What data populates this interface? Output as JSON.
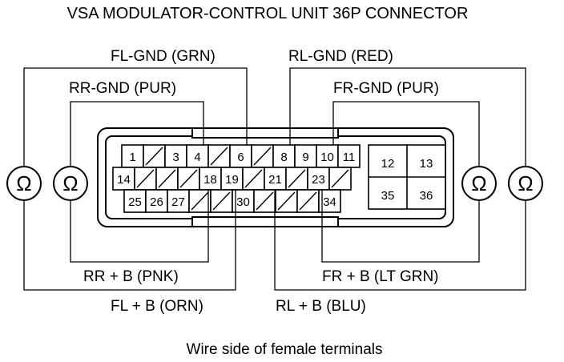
{
  "title": "VSA MODULATOR-CONTROL UNIT 36P CONNECTOR",
  "caption": "Wire side of female terminals",
  "ohm_symbol": "Ω",
  "wire_labels": {
    "fl_gnd": "FL-GND (GRN)",
    "rl_gnd": "RL-GND (RED)",
    "rr_gnd": "RR-GND (PUR)",
    "fr_gnd": "FR-GND (PUR)",
    "rr_b": "RR  + B (PNK)",
    "fr_b": "FR  + B (LT GRN)",
    "fl_b": "FL  + B (ORN)",
    "rl_b": "RL  + B (BLU)"
  },
  "pins": {
    "p1": "1",
    "p3": "3",
    "p4": "4",
    "p6": "6",
    "p8": "8",
    "p9": "9",
    "p10": "10",
    "p11": "11",
    "p14": "14",
    "p18": "18",
    "p19": "19",
    "p21": "21",
    "p23": "23",
    "p25": "25",
    "p26": "26",
    "p27": "27",
    "p30": "30",
    "p34": "34",
    "p12": "12",
    "p13": "13",
    "p35": "35",
    "p36": "36"
  }
}
